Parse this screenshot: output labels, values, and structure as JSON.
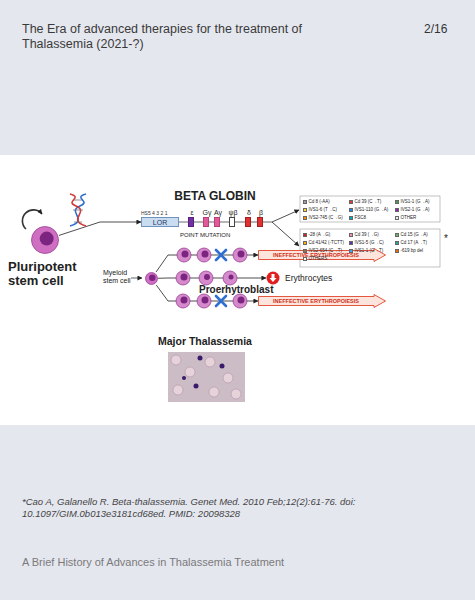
{
  "diagram": {
    "title": "The Era of advanced therapies for the treatment of Thalassemia (2021-?)",
    "caption": "*Cao A, Galanello R. Beta-thalassemia. Genet Med. 2010 Feb;12(2):61-76. doi: 10.1097/GIM.0b013e3181cd68ed. PMID: 20098328",
    "nodes": [
      {
        "text": [
          "Pluripotent stem cell"
        ]
      },
      {
        "text": [
          "LOR"
        ]
      },
      {
        "text": [
          "ε"
        ]
      },
      {
        "text": [
          "Gγ"
        ]
      },
      {
        "text": [
          "Aγ"
        ]
      },
      {
        "text": [
          "ψβ"
        ]
      },
      {
        "text": [
          "δ"
        ]
      },
      {
        "text": [
          "β"
        ]
      },
      {
        "text": [
          "Myeloid stem cell"
        ]
      },
      {
        "text": [
          "INEFFECTIVE ERYTHROPOIESIS"
        ]
      },
      {
        "text": [
          "Erythrocytes"
        ]
      },
      {
        "text": [
          "INEFFECTIVE ERYTHROPOIESIS"
        ]
      },
      {
        "text": [
          "Major Thalassemia"
        ]
      }
    ],
    "edges": [
      {
        "from": 0,
        "to": 1,
        "arrow": "to"
      },
      {
        "from": 8,
        "to": 9,
        "arrow": "to"
      },
      {
        "from": 8,
        "to": 10,
        "arrow": "to"
      },
      {
        "from": 8,
        "to": 11,
        "arrow": "to"
      }
    ],
    "labels": [
      "2/16",
      "BETA GLOBIN",
      "HS5 4 3 2 1",
      "POINT MUTATION",
      "*",
      "Proerhytroblast",
      "A Brief History of Advances in Thalassemia Treatment"
    ],
    "legend": [
      {
        "text": "Cd 8 (-AA)",
        "color": "#9e9e9e"
      },
      {
        "text": "Cd 39 (C→T)",
        "color": "#e53935"
      },
      {
        "text": "IVS1-1 (G→A)",
        "color": "#43a047"
      },
      {
        "text": "IVS1-6 (T→C)",
        "color": "#fdd835"
      },
      {
        "text": "IVS1-110 (G→A)",
        "color": "#1e88e5"
      },
      {
        "text": "IVS2-1 (G→A)",
        "color": "#8e24aa"
      },
      {
        "text": "IVS2-745 (C→G)",
        "color": "#fb8c00"
      },
      {
        "text": "FSC8",
        "color": "#00acc1"
      },
      {
        "text": "OTHER",
        "color": "#eceff1"
      },
      {
        "text": "-28 (A→G)",
        "color": "#c62828"
      },
      {
        "text": "Cd 39 (→G)",
        "color": "#f48fb1"
      },
      {
        "text": "Cd 15 (G→A)",
        "color": "#66bb6a"
      },
      {
        "text": "Cd 41/42 (-TCTT)",
        "color": "#ffb300"
      },
      {
        "text": "IVS1-5 (G→C)",
        "color": "#5e35b1"
      },
      {
        "text": "Cd 17 (A→T)",
        "color": "#26a69a"
      },
      {
        "text": "IVS2-654 (C→T)",
        "color": "#8d6e63"
      },
      {
        "text": "IVS1-1 (G→T)",
        "color": "#42a5f5"
      },
      {
        "text": "-619 bp del",
        "color": "#ef6c00"
      },
      {
        "text": "OTHERS",
        "color": "#ffffff"
      }
    ]
  }
}
